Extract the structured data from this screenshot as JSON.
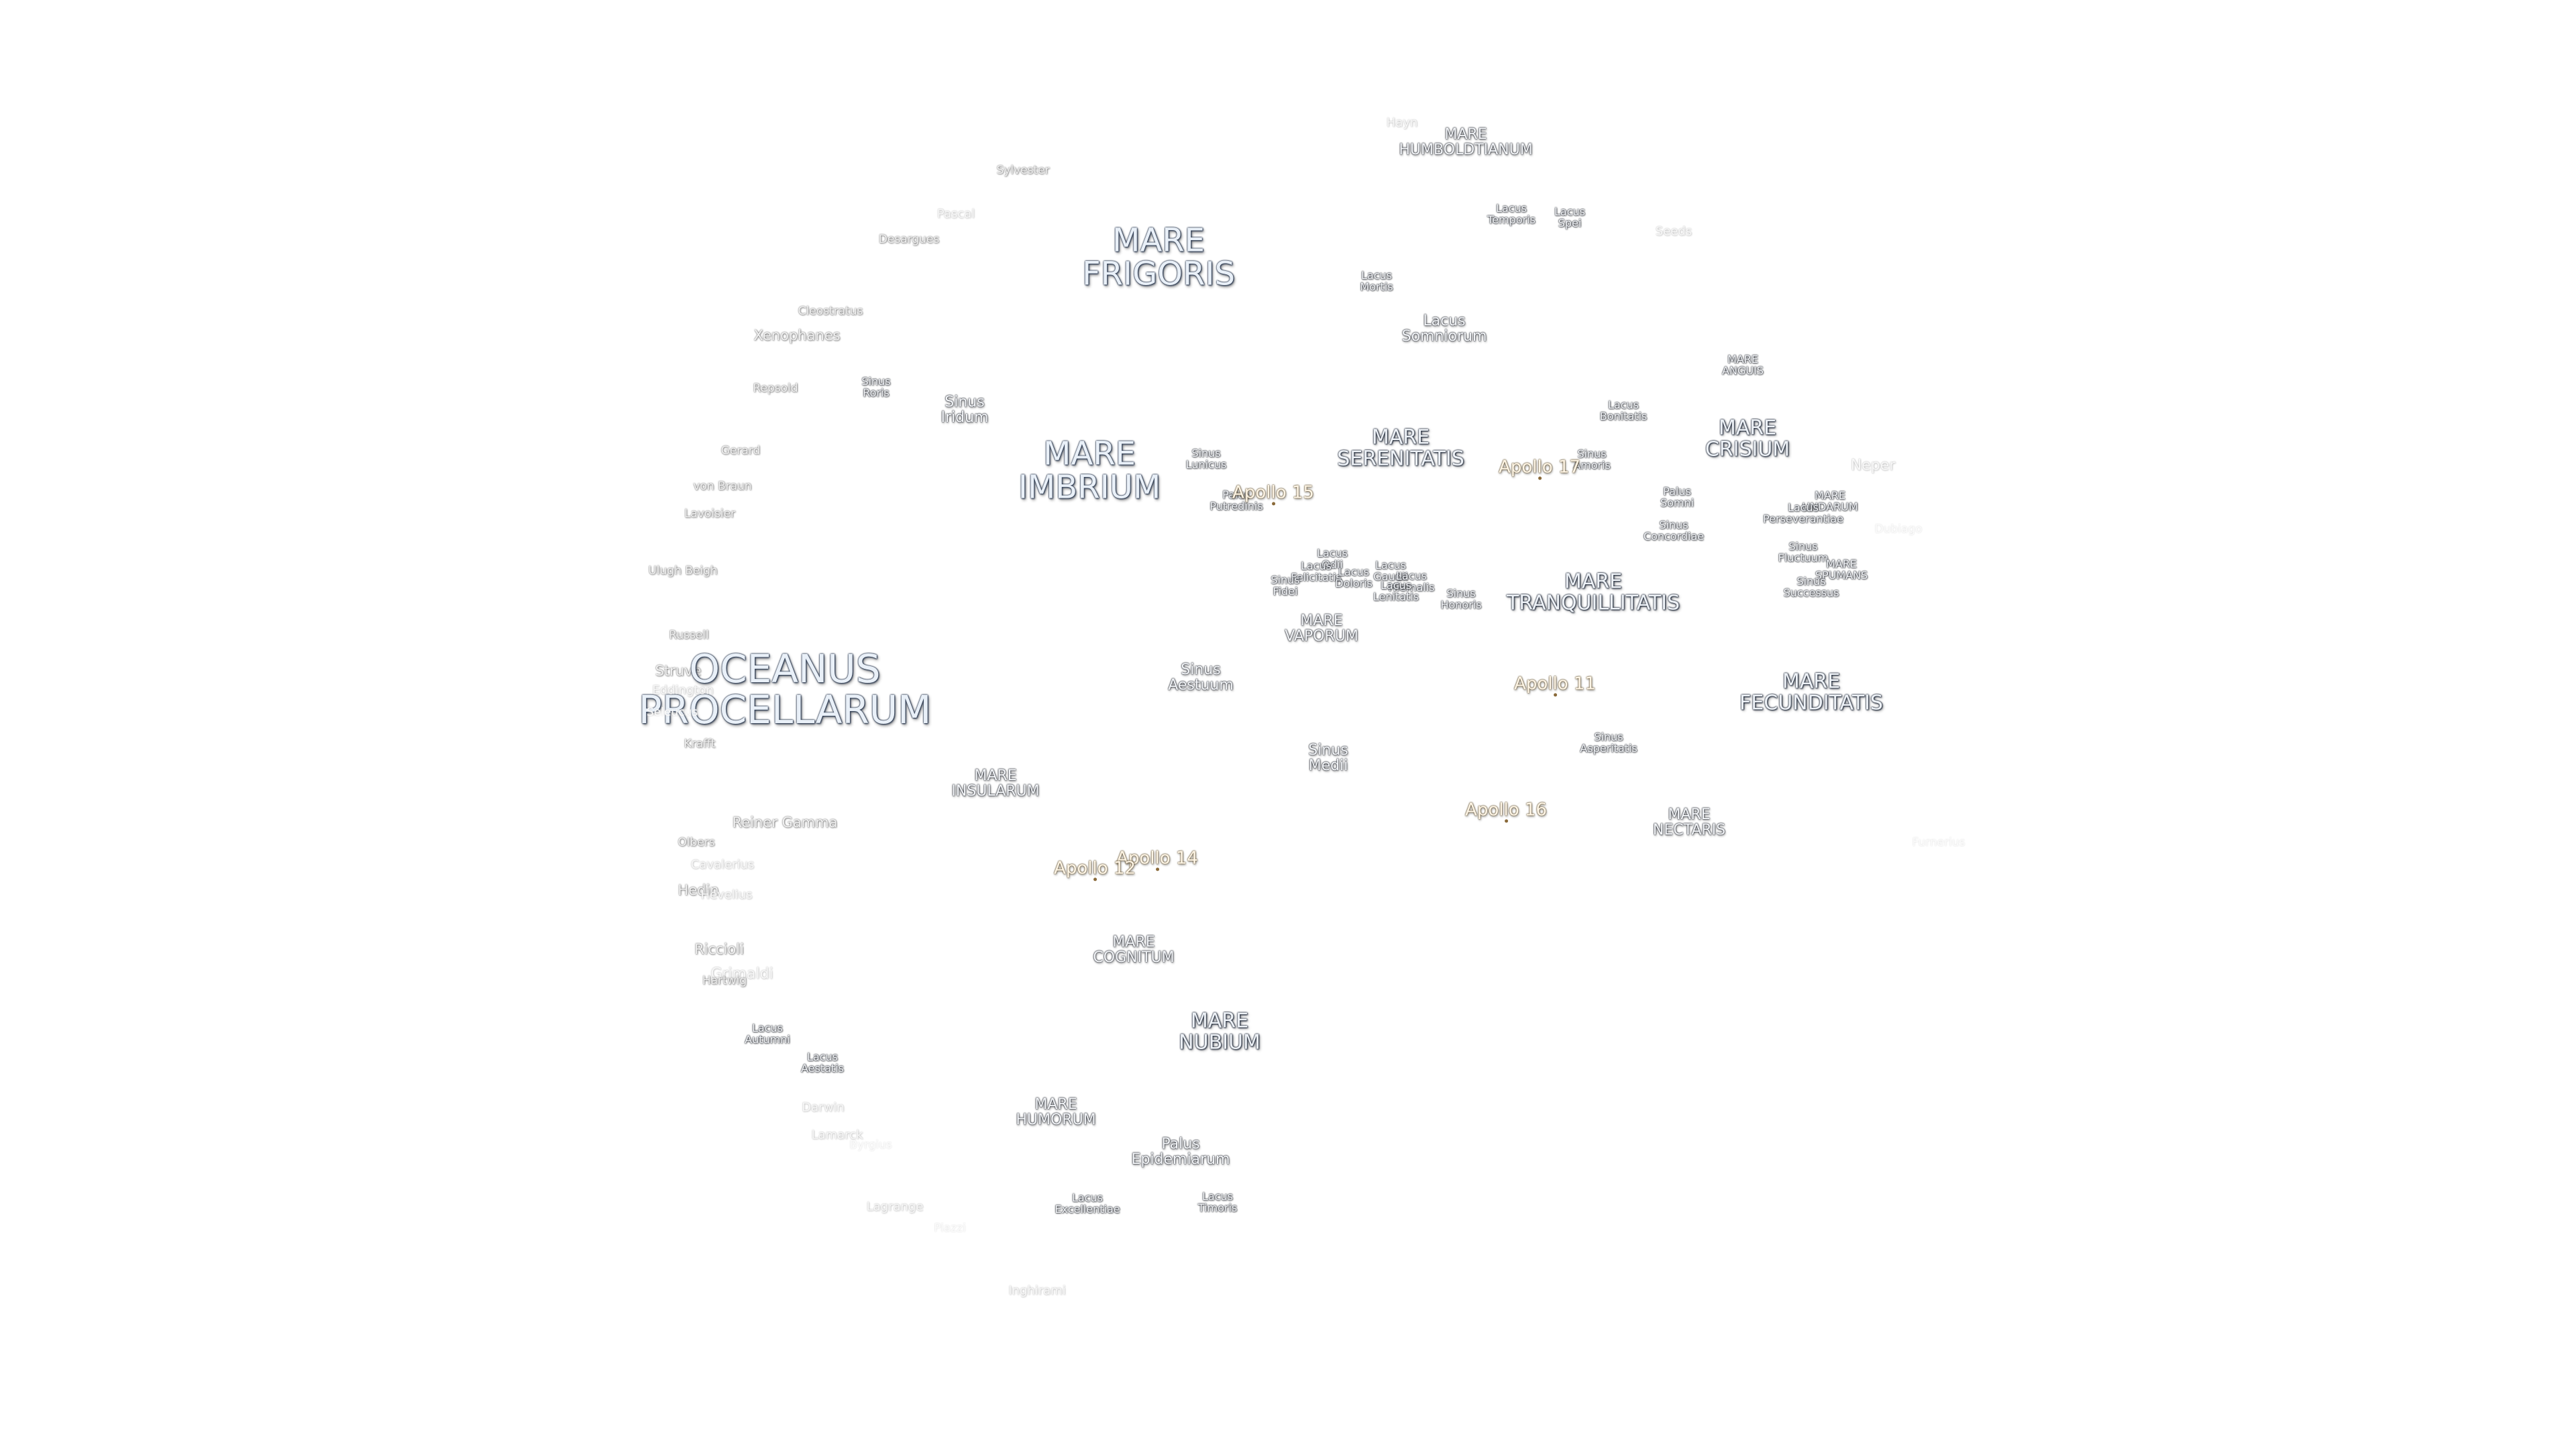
{
  "map": {
    "labels": [
      {
        "text": "Hayn",
        "style": "faint",
        "name": "crater-label-hayn"
      },
      {
        "text": "MARE\nHUMBOLDTIANUM",
        "style": "small",
        "name": "mare-humboldtianum-label"
      },
      {
        "text": "Sylvester",
        "style": "crater",
        "name": "crater-label-sylvester"
      },
      {
        "text": "Pascal",
        "style": "faint",
        "name": "crater-label-pascal"
      },
      {
        "text": "Lacus\nTemporis",
        "style": "tiny",
        "name": "lacus-temporis-label"
      },
      {
        "text": "Lacus\nSpei",
        "style": "tiny",
        "name": "lacus-spei-label"
      },
      {
        "text": "Seeds",
        "style": "faint",
        "name": "crater-label-seeds"
      },
      {
        "text": "Desargues",
        "style": "crater",
        "name": "crater-label-desargues"
      },
      {
        "text": "MARE\nFRIGORIS",
        "style": "big",
        "name": "mare-frigoris-label"
      },
      {
        "text": "Lacus\nMortis",
        "style": "tiny",
        "name": "lacus-mortis-label"
      },
      {
        "text": "Cleostratus",
        "style": "crater",
        "name": "crater-label-cleostratus"
      },
      {
        "text": "Lacus\nSomniorum",
        "style": "small",
        "name": "lacus-somniorum-label"
      },
      {
        "text": "Xenophanes",
        "style": "crater crater-lg",
        "name": "crater-label-xenophanes"
      },
      {
        "text": "MARE\nANGUIS",
        "style": "tiny",
        "name": "mare-anguis-label"
      },
      {
        "text": "Repsold",
        "style": "crater",
        "name": "crater-label-repsold"
      },
      {
        "text": "Sinus\nRoris",
        "style": "tiny",
        "name": "sinus-roris-label"
      },
      {
        "text": "Sinus\nIridum",
        "style": "small",
        "name": "sinus-iridum-label"
      },
      {
        "text": "Lacus\nBonitatis",
        "style": "tiny",
        "name": "lacus-bonitatis-label"
      },
      {
        "text": "MARE\nCRISIUM",
        "style": "med",
        "name": "mare-crisium-label"
      },
      {
        "text": "Gerard",
        "style": "crater",
        "name": "crater-label-gerard"
      },
      {
        "text": "MARE\nIMBRIUM",
        "style": "big",
        "name": "mare-imbrium-label"
      },
      {
        "text": "Sinus\nLunicus",
        "style": "tiny",
        "name": "sinus-lunicus-label"
      },
      {
        "text": "MARE\nSERENITATIS",
        "style": "med",
        "name": "mare-serenitatis-label"
      },
      {
        "text": "Sinus\nAmoris",
        "style": "tiny",
        "name": "sinus-amoris-label"
      },
      {
        "text": "Apollo 17",
        "style": "apollo",
        "name": "apollo-17-site-label"
      },
      {
        "text": "Neper",
        "style": "faint faint-lg",
        "name": "crater-label-neper"
      },
      {
        "text": "von Braun",
        "style": "crater",
        "name": "crater-label-von-braun"
      },
      {
        "text": "Palus\nPutredinis",
        "style": "tiny",
        "name": "palus-putredinis-label"
      },
      {
        "text": "Apollo 15",
        "style": "apollo",
        "name": "apollo-15-site-label"
      },
      {
        "text": "Palus\nSomni",
        "style": "tiny",
        "name": "palus-somni-label"
      },
      {
        "text": "MARE\nUNDARUM",
        "style": "tiny",
        "name": "mare-undarum-label"
      },
      {
        "text": "Lavoisier",
        "style": "crater",
        "name": "crater-label-lavoisier"
      },
      {
        "text": "Lacus\nPerseverantiae",
        "style": "tiny",
        "name": "lacus-perseverantiae-label"
      },
      {
        "text": "Sinus\nConcordiae",
        "style": "tiny",
        "name": "sinus-concordiae-label"
      },
      {
        "text": "Dubiago",
        "style": "ghost",
        "name": "crater-label-dubiago"
      },
      {
        "text": "Ulugh Beigh",
        "style": "crater",
        "name": "crater-label-ulugh-beigh"
      },
      {
        "text": "Lacus\nOdii",
        "style": "tiny",
        "name": "lacus-odii-label"
      },
      {
        "text": "Lacus\nFelicitatis",
        "style": "tiny",
        "name": "lacus-felicitatis-label"
      },
      {
        "text": "Lacus\nDoloris",
        "style": "tiny",
        "name": "lacus-doloris-label"
      },
      {
        "text": "Lacus\nGaudii",
        "style": "tiny",
        "name": "lacus-gaudii-label"
      },
      {
        "text": "Lacus\nHiemalis",
        "style": "tiny",
        "name": "lacus-hiemalis-label"
      },
      {
        "text": "Lacus\nLenitatis",
        "style": "tiny",
        "name": "lacus-lenitatis-label"
      },
      {
        "text": "Sinus\nFluctuum",
        "style": "tiny",
        "name": "sinus-fluctuum-label"
      },
      {
        "text": "MARE\nSPUMANS",
        "style": "tiny",
        "name": "mare-spumans-label"
      },
      {
        "text": "Sinus\nFidei",
        "style": "tiny",
        "name": "sinus-fidei-label"
      },
      {
        "text": "Sinus\nHonoris",
        "style": "tiny",
        "name": "sinus-honoris-label"
      },
      {
        "text": "MARE\nTRANQUILLITATIS",
        "style": "med",
        "name": "mare-tranquillitatis-label"
      },
      {
        "text": "Sinus\nSuccessus",
        "style": "tiny",
        "name": "sinus-successus-label"
      },
      {
        "text": "MARE\nVAPORUM",
        "style": "small",
        "name": "mare-vaporum-label"
      },
      {
        "text": "Russell",
        "style": "crater",
        "name": "crater-label-russell"
      },
      {
        "text": "Struve",
        "style": "crater crater-lg",
        "name": "crater-label-struve"
      },
      {
        "text": "OCEANUS\nPROCELLARUM",
        "style": "huge",
        "name": "oceanus-procellarum-label"
      },
      {
        "text": "Sinus\nAestuum",
        "style": "small",
        "name": "sinus-aestuum-label"
      },
      {
        "text": "Apollo 11",
        "style": "apollo",
        "name": "apollo-11-site-label"
      },
      {
        "text": "MARE\nFECUNDITATIS",
        "style": "med",
        "name": "mare-fecunditatis-label"
      },
      {
        "text": "Eddington",
        "style": "faint",
        "name": "crater-label-eddington"
      },
      {
        "text": "Seleucus",
        "style": "ghost",
        "name": "crater-label-seleucus"
      },
      {
        "text": "Sinus\nAsperitatis",
        "style": "tiny",
        "name": "sinus-asperitatis-label"
      },
      {
        "text": "Krafft",
        "style": "crater",
        "name": "crater-label-krafft"
      },
      {
        "text": "Sinus\nMedii",
        "style": "small",
        "name": "sinus-medii-label"
      },
      {
        "text": "MARE\nINSULARUM",
        "style": "small",
        "name": "mare-insularum-label"
      },
      {
        "text": "Apollo 16",
        "style": "apollo",
        "name": "apollo-16-site-label"
      },
      {
        "text": "Reiner Gamma",
        "style": "crater crater-lg",
        "name": "reiner-gamma-label"
      },
      {
        "text": "MARE\nNECTARIS",
        "style": "small",
        "name": "mare-nectaris-label"
      },
      {
        "text": "Olbers",
        "style": "crater",
        "name": "crater-label-olbers"
      },
      {
        "text": "Furnerius",
        "style": "ghost",
        "name": "crater-label-furnerius"
      },
      {
        "text": "Apollo 14",
        "style": "apollo",
        "name": "apollo-14-site-label"
      },
      {
        "text": "Cavalerius",
        "style": "faint",
        "name": "crater-label-cavalerius"
      },
      {
        "text": "Apollo 12",
        "style": "apollo",
        "name": "apollo-12-site-label"
      },
      {
        "text": "Hedin",
        "style": "crater crater-lg",
        "name": "crater-label-hedin"
      },
      {
        "text": "Hevelius",
        "style": "faint",
        "name": "crater-label-hevelius"
      },
      {
        "text": "MARE\nCOGNITUM",
        "style": "small",
        "name": "mare-cognitum-label"
      },
      {
        "text": "Riccioli",
        "style": "crater crater-lg",
        "name": "crater-label-riccioli"
      },
      {
        "text": "Grimaldi",
        "style": "faint faint-lg",
        "name": "crater-label-grimaldi"
      },
      {
        "text": "Hartwig",
        "style": "crater",
        "name": "crater-label-hartwig"
      },
      {
        "text": "MARE\nNUBIUM",
        "style": "med",
        "name": "mare-nubium-label"
      },
      {
        "text": "Lacus\nAutumni",
        "style": "tiny",
        "name": "lacus-autumni-label"
      },
      {
        "text": "Lacus\nAestatis",
        "style": "tiny",
        "name": "lacus-aestatis-label"
      },
      {
        "text": "Darwin",
        "style": "faint",
        "name": "crater-label-darwin"
      },
      {
        "text": "MARE\nHUMORUM",
        "style": "small",
        "name": "mare-humorum-label"
      },
      {
        "text": "Lamarck",
        "style": "faint",
        "name": "crater-label-lamarck"
      },
      {
        "text": "Byrgius",
        "style": "ghost",
        "name": "crater-label-byrgius"
      },
      {
        "text": "Palus\nEpidemiarum",
        "style": "small",
        "name": "palus-epidemiarum-label"
      },
      {
        "text": "Lagrange",
        "style": "faint",
        "name": "crater-label-lagrange"
      },
      {
        "text": "Lacus\nExcellentiae",
        "style": "tiny",
        "name": "lacus-excellentiae-label"
      },
      {
        "text": "Lacus\nTimoris",
        "style": "tiny",
        "name": "lacus-timoris-label"
      },
      {
        "text": "Piazzi",
        "style": "ghost",
        "name": "crater-label-piazzi"
      },
      {
        "text": "Inghirami",
        "style": "faint",
        "name": "crater-label-inghirami"
      }
    ]
  }
}
